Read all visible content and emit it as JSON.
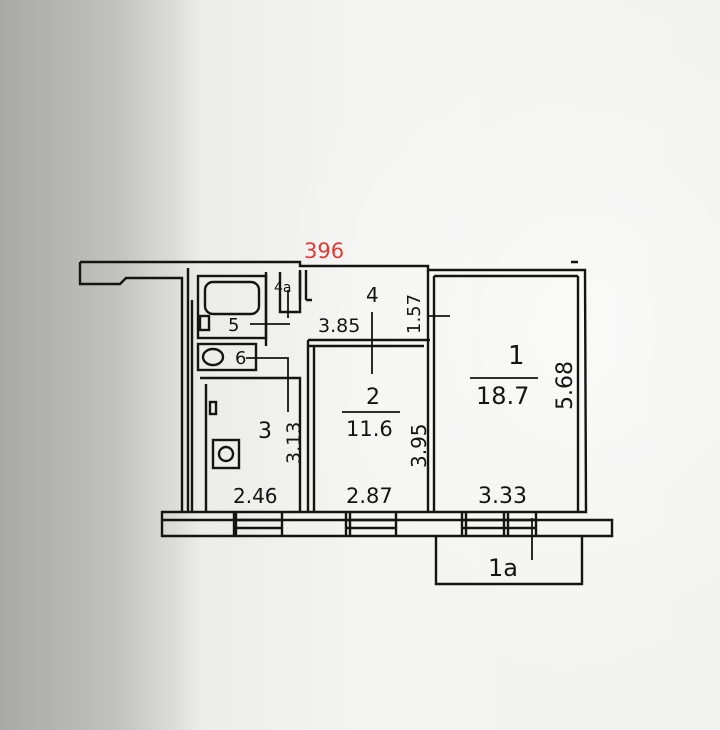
{
  "plan": {
    "red_dimension": "396",
    "rooms": [
      {
        "number": "1",
        "area": "18.7",
        "width": "3.33",
        "length": "5.68"
      },
      {
        "number": "2",
        "area": "11.6",
        "width": "2.87",
        "length": "3.95"
      },
      {
        "number": "3",
        "width": "2.46",
        "length": "3.13"
      },
      {
        "number": "4",
        "width": "3.85",
        "length": "1.57"
      },
      {
        "number": "4a"
      },
      {
        "number": "5"
      },
      {
        "number": "6"
      }
    ],
    "balcony_label": "1a"
  },
  "colors": {
    "ink": "#141414",
    "red_ink": "#e03a32",
    "paper": "#f2f2f0"
  }
}
